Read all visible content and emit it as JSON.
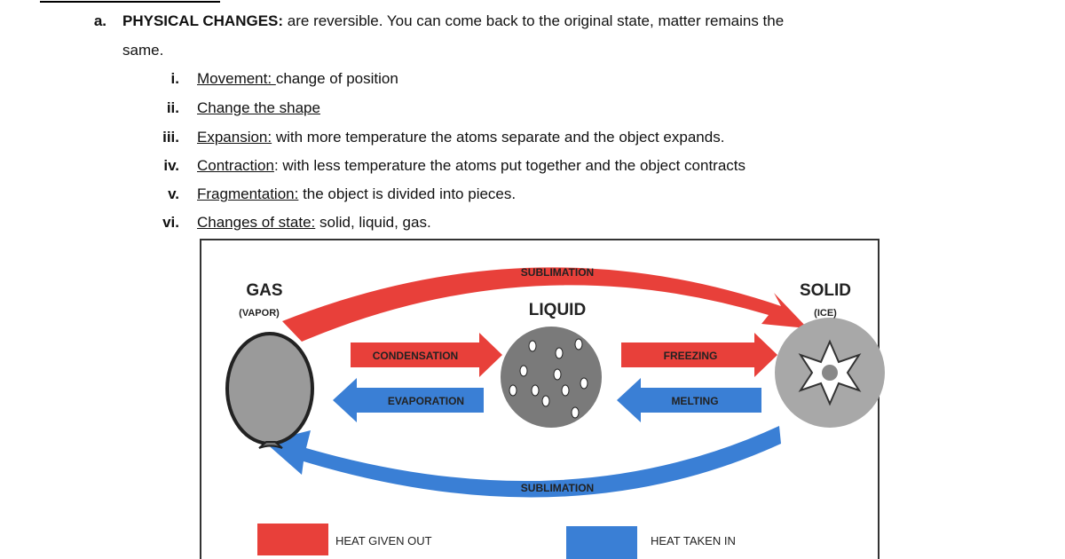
{
  "section": {
    "marker": "a.",
    "heading": "PHYSICAL CHANGES:",
    "text_line1": " are reversible. You can come back to the original state, matter remains the",
    "text_line2": "same."
  },
  "items": [
    {
      "num": "i.",
      "term": "Movement: ",
      "desc": "change of position"
    },
    {
      "num": "ii.",
      "term": "Change the shape",
      "desc": ""
    },
    {
      "num": "iii.",
      "term": "Expansion:",
      "desc": " with more temperature the atoms separate and the object expands."
    },
    {
      "num": "iv.",
      "term": "Contraction",
      "desc": ": with less temperature the atoms put together and the object contracts"
    },
    {
      "num": "v.",
      "term": "Fragmentation:",
      "desc": " the  object is divided into pieces."
    },
    {
      "num": "vi.",
      "term": "Changes of state:",
      "desc": " solid, liquid, gas."
    }
  ],
  "diagram": {
    "gas": "GAS",
    "gas_sub": "(VAPOR)",
    "liquid": "LIQUID",
    "solid": "SOLID",
    "solid_sub": "(ICE)",
    "top_arrow": "SUBLIMATION",
    "bottom_arrow": "SUBLIMATION",
    "condensation": "CONDENSATION",
    "evaporation": "EVAPORATION",
    "freezing": "FREEZING",
    "melting": "MELTING",
    "legend": [
      {
        "label": "HEAT GIVEN OUT",
        "color": "#e8403a"
      },
      {
        "label": "HEAT TAKEN IN",
        "color": "#3a7fd5"
      }
    ]
  }
}
